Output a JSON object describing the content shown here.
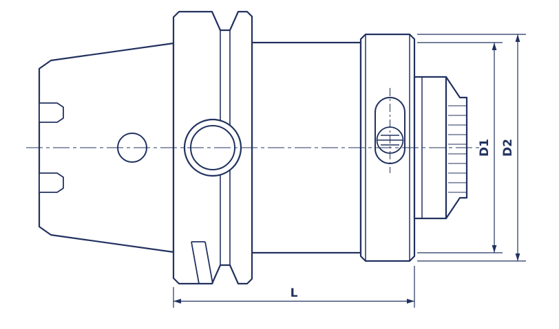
{
  "drawing": {
    "labels": {
      "l": "L",
      "d1": "D1",
      "d2": "D2"
    },
    "colors": {
      "line": "#21315f",
      "background": "#ffffff"
    }
  }
}
